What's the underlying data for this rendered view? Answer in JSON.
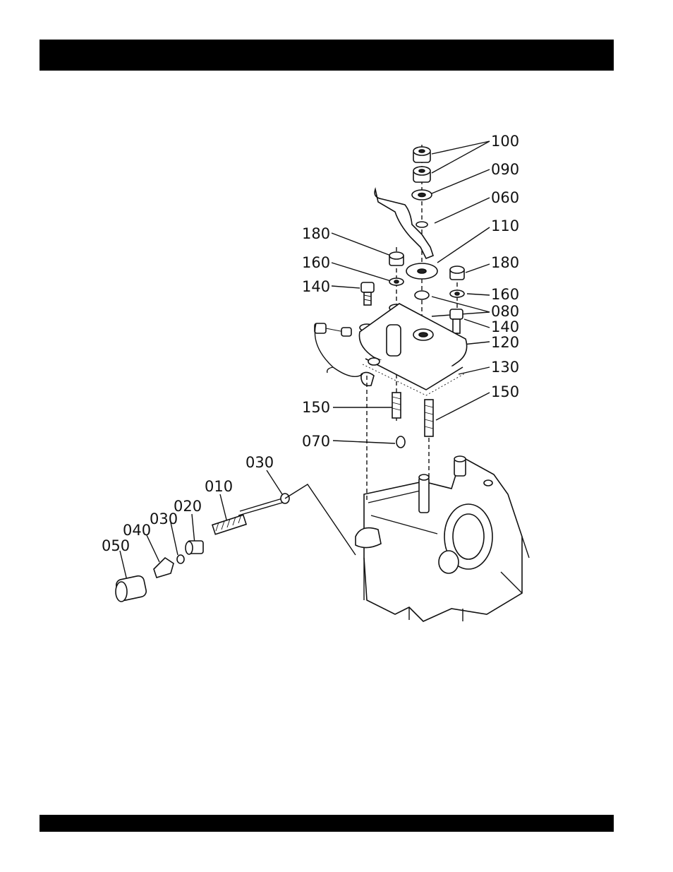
{
  "header_bar_color": "#000000",
  "footer_bar_color": "#000000",
  "diagram": {
    "callouts": [
      {
        "id": "c100a",
        "label": "100"
      },
      {
        "id": "c090",
        "label": "090"
      },
      {
        "id": "c060",
        "label": "060"
      },
      {
        "id": "c110",
        "label": "110"
      },
      {
        "id": "c180l",
        "label": "180"
      },
      {
        "id": "c180r",
        "label": "180"
      },
      {
        "id": "c160l",
        "label": "160"
      },
      {
        "id": "c160r",
        "label": "160"
      },
      {
        "id": "c140l",
        "label": "140"
      },
      {
        "id": "c140r",
        "label": "140"
      },
      {
        "id": "c080",
        "label": "080"
      },
      {
        "id": "c120",
        "label": "120"
      },
      {
        "id": "c130",
        "label": "130"
      },
      {
        "id": "c150l",
        "label": "150"
      },
      {
        "id": "c150r",
        "label": "150"
      },
      {
        "id": "c070",
        "label": "070"
      },
      {
        "id": "c030t",
        "label": "030"
      },
      {
        "id": "c010",
        "label": "010"
      },
      {
        "id": "c020",
        "label": "020"
      },
      {
        "id": "c030b",
        "label": "030"
      },
      {
        "id": "c040",
        "label": "040"
      },
      {
        "id": "c050",
        "label": "050"
      }
    ]
  }
}
